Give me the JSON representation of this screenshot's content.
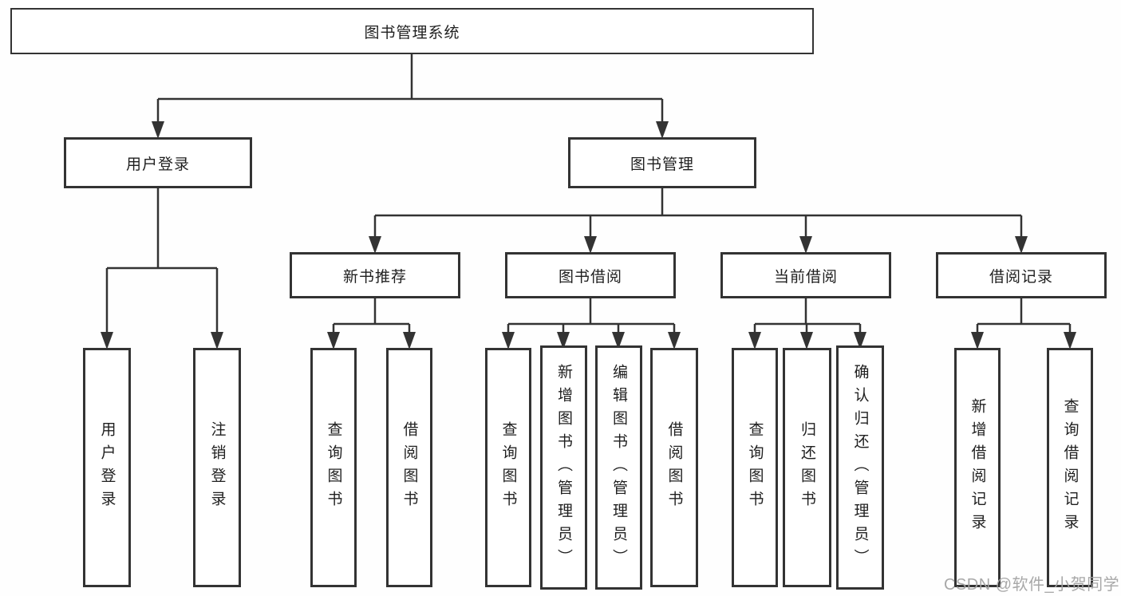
{
  "diagram_title": "图书管理系统",
  "tree": {
    "root": {
      "label": "图书管理系统"
    },
    "branches": [
      {
        "label": "用户登录",
        "children": [
          {
            "label": "用户登录"
          },
          {
            "label": "注销登录"
          }
        ]
      },
      {
        "label": "图书管理",
        "children": [
          {
            "label": "新书推荐",
            "children": [
              {
                "label": "查询图书"
              },
              {
                "label": "借阅图书"
              }
            ]
          },
          {
            "label": "图书借阅",
            "children": [
              {
                "label": "查询图书"
              },
              {
                "label": "新增图书（管理员）"
              },
              {
                "label": "编辑图书（管理员）"
              },
              {
                "label": "借阅图书"
              }
            ]
          },
          {
            "label": "当前借阅",
            "children": [
              {
                "label": "查询图书"
              },
              {
                "label": "归还图书"
              },
              {
                "label": "确认归还（管理员）"
              }
            ]
          },
          {
            "label": "借阅记录",
            "children": [
              {
                "label": "新增借阅记录"
              },
              {
                "label": "查询借阅记录"
              }
            ]
          }
        ]
      }
    ]
  },
  "watermark": "CSDN @软件_小贺同学",
  "colors": {
    "line": "#333333",
    "box_border": "#333333",
    "box_fill": "#ffffff",
    "text": "#1f1f1f",
    "watermark": "#a3a3a3",
    "background": "#fefefe"
  }
}
